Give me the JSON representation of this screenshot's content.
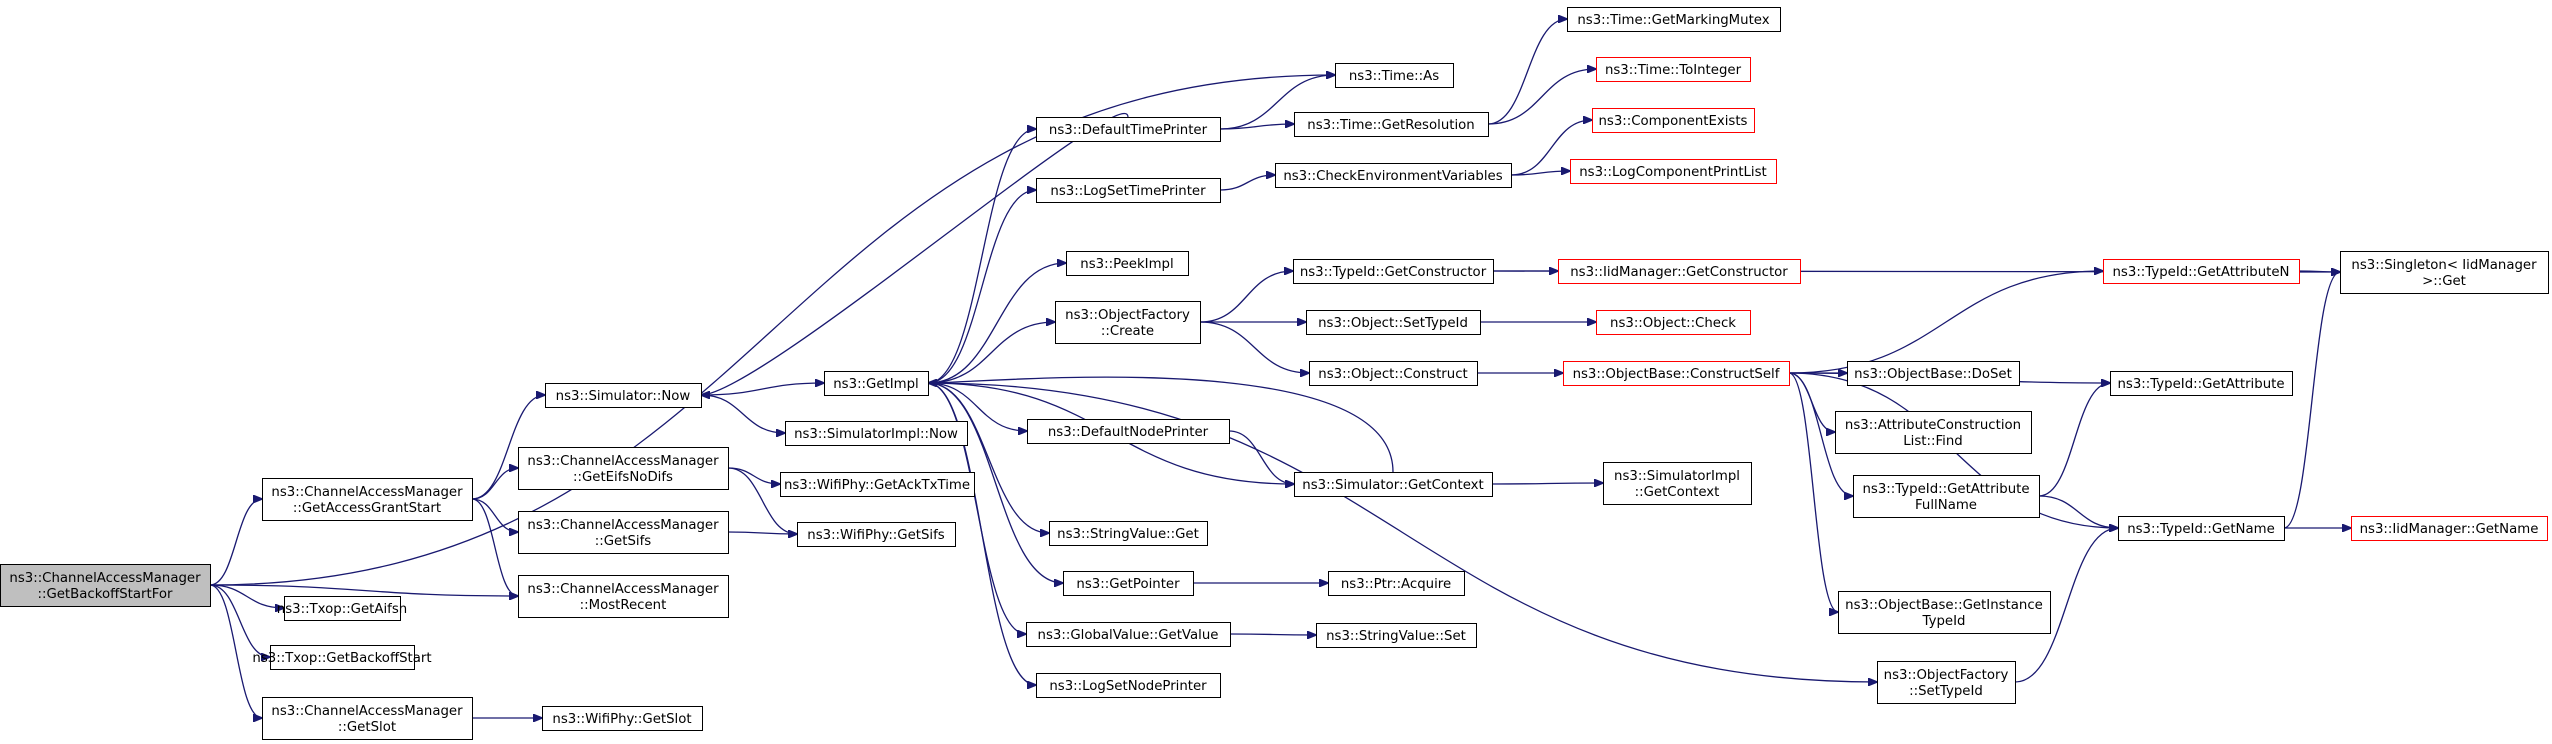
{
  "diagram": {
    "type": "call-graph",
    "edge_color": "#191970",
    "leaf_border_color": "#ff0000",
    "root_fill_color": "#bfbfbf",
    "nodes": [
      {
        "id": "root",
        "lines": [
          "ns3::ChannelAccessManager",
          "::GetBackoffStartFor"
        ],
        "kind": "root"
      },
      {
        "id": "camGetAccess",
        "lines": [
          "ns3::ChannelAccessManager",
          "::GetAccessGrantStart"
        ],
        "kind": "normal"
      },
      {
        "id": "txopGetAifsn",
        "lines": [
          "ns3::Txop::GetAifsn"
        ],
        "kind": "normal"
      },
      {
        "id": "txopGetBackoffStart",
        "lines": [
          "ns3::Txop::GetBackoffStart"
        ],
        "kind": "normal"
      },
      {
        "id": "camGetSlot",
        "lines": [
          "ns3::ChannelAccessManager",
          "::GetSlot"
        ],
        "kind": "normal"
      },
      {
        "id": "camMostRecent",
        "lines": [
          "ns3::ChannelAccessManager",
          "::MostRecent"
        ],
        "kind": "normal"
      },
      {
        "id": "simNow",
        "lines": [
          "ns3::Simulator::Now"
        ],
        "kind": "normal"
      },
      {
        "id": "camGetEifs",
        "lines": [
          "ns3::ChannelAccessManager",
          "::GetEifsNoDifs"
        ],
        "kind": "normal"
      },
      {
        "id": "camGetSifs",
        "lines": [
          "ns3::ChannelAccessManager",
          "::GetSifs"
        ],
        "kind": "normal"
      },
      {
        "id": "wifiGetSlot",
        "lines": [
          "ns3::WifiPhy::GetSlot"
        ],
        "kind": "normal"
      },
      {
        "id": "getImpl",
        "lines": [
          "ns3::GetImpl"
        ],
        "kind": "normal"
      },
      {
        "id": "simImplNow",
        "lines": [
          "ns3::SimulatorImpl::Now"
        ],
        "kind": "normal"
      },
      {
        "id": "wifiGetAckTx",
        "lines": [
          "ns3::WifiPhy::GetAckTxTime"
        ],
        "kind": "normal"
      },
      {
        "id": "wifiGetSifs",
        "lines": [
          "ns3::WifiPhy::GetSifs"
        ],
        "kind": "normal"
      },
      {
        "id": "timeAs",
        "lines": [
          "ns3::Time::As"
        ],
        "kind": "normal"
      },
      {
        "id": "defTimePrinter",
        "lines": [
          "ns3::DefaultTimePrinter"
        ],
        "kind": "normal"
      },
      {
        "id": "logSetTimePrinter",
        "lines": [
          "ns3::LogSetTimePrinter"
        ],
        "kind": "normal"
      },
      {
        "id": "peekImpl",
        "lines": [
          "ns3::PeekImpl"
        ],
        "kind": "normal"
      },
      {
        "id": "objFactoryCreate",
        "lines": [
          "ns3::ObjectFactory",
          "::Create"
        ],
        "kind": "normal"
      },
      {
        "id": "defNodePrinter",
        "lines": [
          "ns3::DefaultNodePrinter"
        ],
        "kind": "normal"
      },
      {
        "id": "stringValueGet",
        "lines": [
          "ns3::StringValue::Get"
        ],
        "kind": "normal"
      },
      {
        "id": "getPointer",
        "lines": [
          "ns3::GetPointer"
        ],
        "kind": "normal"
      },
      {
        "id": "globalValueGetValue",
        "lines": [
          "ns3::GlobalValue::GetValue"
        ],
        "kind": "normal"
      },
      {
        "id": "logSetNodePrinter",
        "lines": [
          "ns3::LogSetNodePrinter"
        ],
        "kind": "normal"
      },
      {
        "id": "timeGetMarking",
        "lines": [
          "ns3::Time::GetMarkingMutex"
        ],
        "kind": "normal"
      },
      {
        "id": "timeGetResolution",
        "lines": [
          "ns3::Time::GetResolution"
        ],
        "kind": "normal"
      },
      {
        "id": "timeToInteger",
        "lines": [
          "ns3::Time::ToInteger"
        ],
        "kind": "leaf"
      },
      {
        "id": "checkEnv",
        "lines": [
          "ns3::CheckEnvironmentVariables"
        ],
        "kind": "normal"
      },
      {
        "id": "componentExists",
        "lines": [
          "ns3::ComponentExists"
        ],
        "kind": "leaf"
      },
      {
        "id": "logCompPrintList",
        "lines": [
          "ns3::LogComponentPrintList"
        ],
        "kind": "leaf"
      },
      {
        "id": "typeIdGetCtor",
        "lines": [
          "ns3::TypeId::GetConstructor"
        ],
        "kind": "normal"
      },
      {
        "id": "iidGetCtor",
        "lines": [
          "ns3::IidManager::GetConstructor"
        ],
        "kind": "leaf"
      },
      {
        "id": "objSetTypeId",
        "lines": [
          "ns3::Object::SetTypeId"
        ],
        "kind": "normal"
      },
      {
        "id": "objCheck",
        "lines": [
          "ns3::Object::Check"
        ],
        "kind": "leaf"
      },
      {
        "id": "objConstruct",
        "lines": [
          "ns3::Object::Construct"
        ],
        "kind": "normal"
      },
      {
        "id": "objBaseConstructSelf",
        "lines": [
          "ns3::ObjectBase::ConstructSelf"
        ],
        "kind": "leaf"
      },
      {
        "id": "simGetContext",
        "lines": [
          "ns3::Simulator::GetContext"
        ],
        "kind": "normal"
      },
      {
        "id": "simImplGetContext",
        "lines": [
          "ns3::SimulatorImpl",
          "::GetContext"
        ],
        "kind": "normal"
      },
      {
        "id": "ptrAcquire",
        "lines": [
          "ns3::Ptr::Acquire"
        ],
        "kind": "normal"
      },
      {
        "id": "stringValueSet",
        "lines": [
          "ns3::StringValue::Set"
        ],
        "kind": "normal"
      },
      {
        "id": "typeIdGetAttrN",
        "lines": [
          "ns3::TypeId::GetAttributeN"
        ],
        "kind": "leaf"
      },
      {
        "id": "singletonGet",
        "lines": [
          "ns3::Singleton< IidManager",
          " >::Get"
        ],
        "kind": "normal"
      },
      {
        "id": "objBaseDoSet",
        "lines": [
          "ns3::ObjectBase::DoSet"
        ],
        "kind": "normal"
      },
      {
        "id": "typeIdGetAttr",
        "lines": [
          "ns3::TypeId::GetAttribute"
        ],
        "kind": "normal"
      },
      {
        "id": "attrConstListFind",
        "lines": [
          "ns3::AttributeConstruction",
          "List::Find"
        ],
        "kind": "normal"
      },
      {
        "id": "typeIdGetAttrFullName",
        "lines": [
          "ns3::TypeId::GetAttribute",
          "FullName"
        ],
        "kind": "normal"
      },
      {
        "id": "typeIdGetName",
        "lines": [
          "ns3::TypeId::GetName"
        ],
        "kind": "normal"
      },
      {
        "id": "iidGetName",
        "lines": [
          "ns3::IidManager::GetName"
        ],
        "kind": "leaf"
      },
      {
        "id": "objBaseGetInstance",
        "lines": [
          "ns3::ObjectBase::GetInstance",
          "TypeId"
        ],
        "kind": "normal"
      },
      {
        "id": "objFactorySetTypeId",
        "lines": [
          "ns3::ObjectFactory",
          "::SetTypeId"
        ],
        "kind": "normal"
      }
    ]
  }
}
